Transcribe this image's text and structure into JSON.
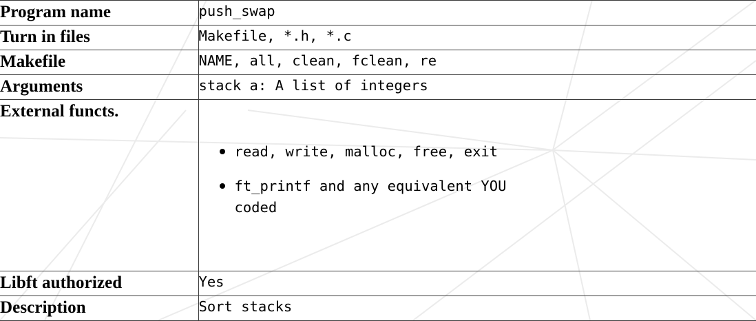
{
  "document": {
    "kind": "latex-subject-table",
    "background_color": "#ffffff",
    "rule_color": "#3a3a3a",
    "text_color": "#000000"
  },
  "table": {
    "rows": [
      {
        "label": "Program name",
        "value": "push_swap"
      },
      {
        "label": "Turn in files",
        "value": "Makefile, *.h, *.c"
      },
      {
        "label": "Makefile",
        "value": "NAME, all, clean, fclean, re"
      },
      {
        "label": "Arguments",
        "value": "stack a:  A list of integers"
      },
      {
        "label": "External functs.",
        "value": "",
        "bullets": [
          "read, write, malloc, free, exit",
          "ft_printf and any equivalent YOU coded"
        ]
      },
      {
        "label": "Libft authorized",
        "value": "Yes"
      },
      {
        "label": "Description",
        "value": "Sort stacks"
      }
    ]
  }
}
